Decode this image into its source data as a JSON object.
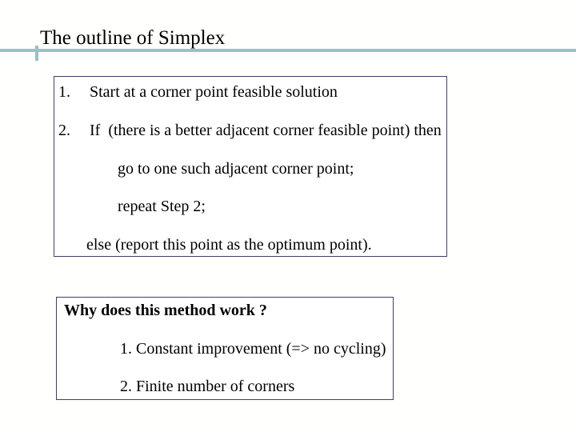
{
  "slide": {
    "title": "The outline of Simplex",
    "accent_color": "#96c2c6",
    "box_border_color": "#3f4066"
  },
  "algorithm_box": {
    "steps": [
      {
        "number": "1.",
        "text": "Start at a corner point feasible solution"
      },
      {
        "number": "2.",
        "text": "If  (there is a better adjacent corner feasible point) then"
      }
    ],
    "sub_lines": [
      "go to one such adjacent corner point;",
      "repeat Step 2;",
      "else (report this point as the optimum point)."
    ]
  },
  "why_box": {
    "heading": "Why does this method work ?",
    "reasons": [
      "1. Constant improvement (=> no cycling)",
      "2. Finite number of corners"
    ]
  }
}
